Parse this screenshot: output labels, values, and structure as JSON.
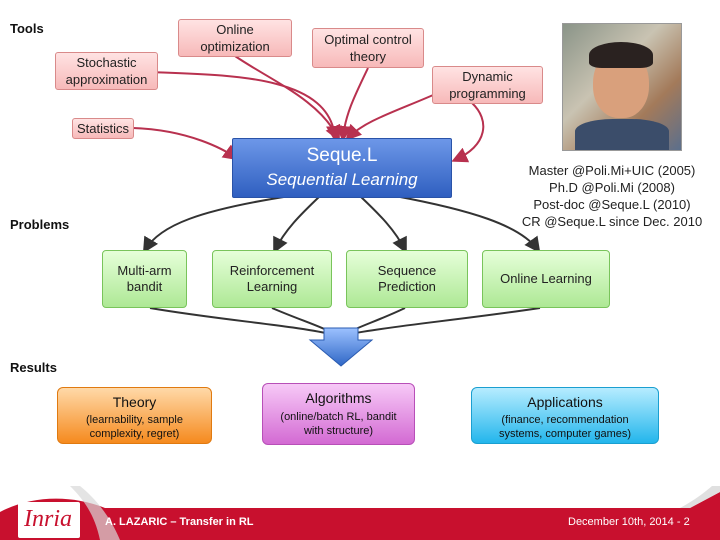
{
  "sections": {
    "tools": "Tools",
    "problems": "Problems",
    "results": "Results"
  },
  "tools": {
    "online_optimization": "Online\noptimization",
    "optimal_control": "Optimal control\ntheory",
    "stochastic_approximation": "Stochastic\napproximation",
    "dynamic_programming": "Dynamic\nprogramming",
    "statistics": "Statistics"
  },
  "center": {
    "title": "Seque.L",
    "subtitle": "Sequential Learning"
  },
  "bio": {
    "lines": [
      "Master @Poli.Mi+UIC (2005)",
      "Ph.D @Poli.Mi (2008)",
      "Post-doc @Seque.L (2010)",
      "CR @Seque.L since Dec. 2010"
    ]
  },
  "problems": {
    "multi_arm": "Multi-arm\nbandit",
    "reinforcement": "Reinforcement\nLearning",
    "sequence": "Sequence\nPrediction",
    "online": "Online Learning"
  },
  "results": {
    "theory_title": "Theory",
    "theory_sub": "(learnability, sample\ncomplexity, regret)",
    "algorithms_title": "Algorithms",
    "algorithms_sub": "(online/batch RL, bandit\nwith structure)",
    "applications_title": "Applications",
    "applications_sub": "(finance, recommendation\nsystems, computer games)"
  },
  "footer": {
    "logo": "Inria",
    "author": "A. LAZARIC – Transfer in RL",
    "date": "December 10th, 2014 - 2"
  },
  "colors": {
    "arrow": "#b8314f",
    "center_blue": "#3f6fc8",
    "footer_red": "#c8102e"
  }
}
